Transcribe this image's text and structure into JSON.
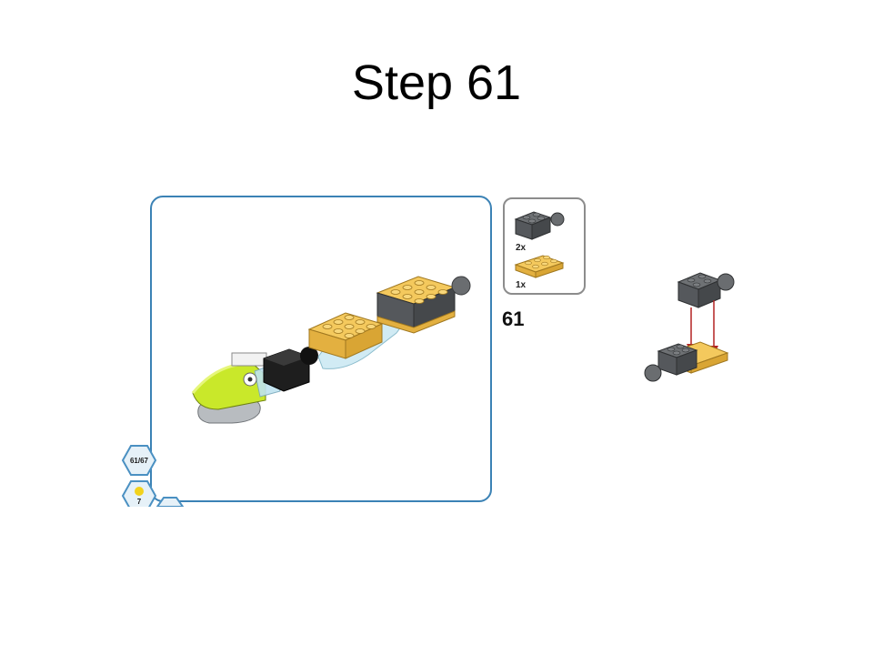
{
  "slide": {
    "title": "Step 61"
  },
  "parts_callout": {
    "items": [
      {
        "quantity": "2x",
        "part": "dark-gray-brick-with-ball"
      },
      {
        "quantity": "1x",
        "part": "yellow-plate"
      }
    ]
  },
  "step": {
    "number": "61"
  },
  "progress_badge": {
    "text": "61/67"
  },
  "bonus_badge": {
    "text": "7"
  },
  "colors": {
    "frame": "#3b82b5",
    "callout_border": "#8c8c8c",
    "dark_gray_brick": "#5a5d60",
    "yellow_plate": "#e8b84a",
    "lime": "#c9e82a",
    "arrow": "#b32222"
  }
}
